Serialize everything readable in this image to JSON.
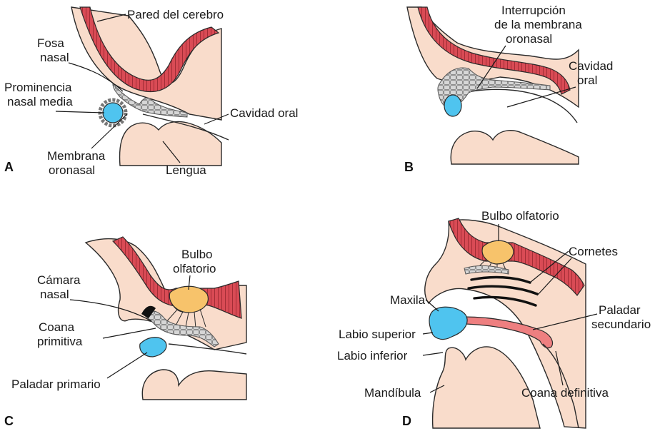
{
  "panels": {
    "a": {
      "letter": "A",
      "labels": {
        "brain_wall": "Pared del cerebro",
        "nasal_pit_1": "Fosa",
        "nasal_pit_2": "nasal",
        "medial_prominence_1": "Prominencia",
        "medial_prominence_2": "nasal media",
        "oral_cavity": "Cavidad oral",
        "oronasal_membrane_1": "Membrana",
        "oronasal_membrane_2": "oronasal",
        "tongue": "Lengua"
      }
    },
    "b": {
      "letter": "B",
      "labels": {
        "rupture_1": "Interrupción",
        "rupture_2": "de la membrana",
        "rupture_3": "oronasal",
        "oral_cavity_1": "Cavidad",
        "oral_cavity_2": "oral"
      }
    },
    "c": {
      "letter": "C",
      "labels": {
        "olfactory_bulb_1": "Bulbo",
        "olfactory_bulb_2": "olfatorio",
        "nasal_chamber_1": "Cámara",
        "nasal_chamber_2": "nasal",
        "primitive_choana_1": "Coana",
        "primitive_choana_2": "primitiva",
        "primary_palate": "Paladar primario"
      }
    },
    "d": {
      "letter": "D",
      "labels": {
        "olfactory_bulb": "Bulbo olfatorio",
        "conchae": "Cornetes",
        "maxilla": "Maxila",
        "secondary_palate_1": "Paladar",
        "secondary_palate_2": "secundario",
        "upper_lip": "Labio superior",
        "lower_lip": "Labio inferior",
        "definitive_choana": "Coana definitiva",
        "mandible": "Mandíbula"
      }
    }
  },
  "colors": {
    "tissue": "#f9dccb",
    "brain_wall": "#d94b55",
    "nasal_prominence": "#4fc4ef",
    "olfactory_bulb": "#f7c36b",
    "secondary_palate": "#ee7f80",
    "membrane": "#d6d6d6"
  }
}
